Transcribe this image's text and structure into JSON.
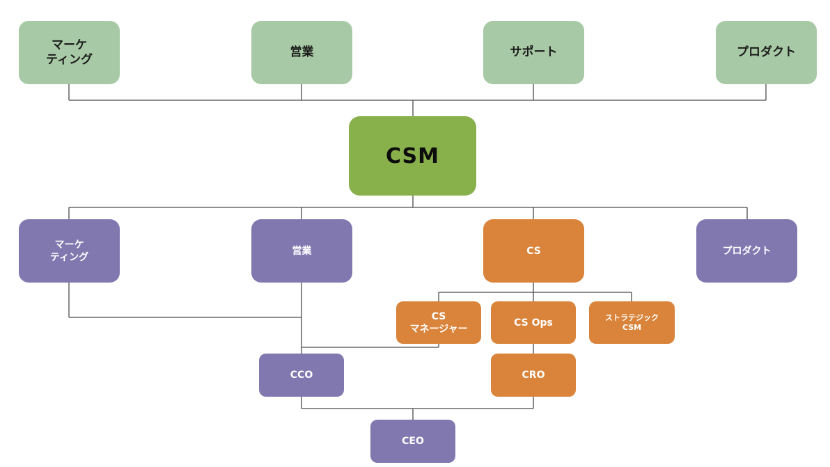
{
  "top_row": {
    "marketing": "マーケ\nティング",
    "sales": "営業",
    "support": "サポート",
    "product": "プロダクト"
  },
  "center": {
    "csm": "CSM"
  },
  "middle_row": {
    "marketing": "マーケ\nティング",
    "sales": "営業",
    "cs": "CS",
    "product": "プロダクト"
  },
  "cs_team": {
    "cs_manager": "CS\nマネージャー",
    "cs_ops": "CS Ops",
    "strategic_csm": "ストラテジック\nCSM"
  },
  "executives": {
    "cco": "CCO",
    "cro": "CRO",
    "ceo": "CEO"
  },
  "colors": {
    "top_row_fill": "#a8c9a5",
    "csm_fill": "#88b04b",
    "purple_fill": "#8178b0",
    "orange_fill": "#d9843a",
    "connector": "#4a4a4a"
  }
}
